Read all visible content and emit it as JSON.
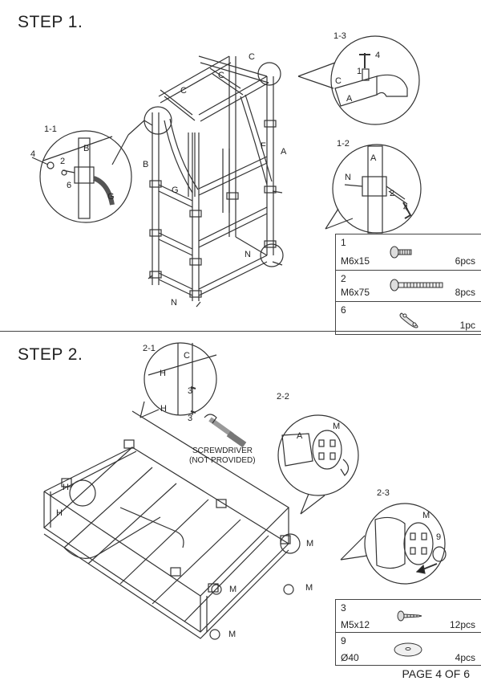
{
  "step1": {
    "title": "STEP 1.",
    "detail_labels": {
      "d11": "1-1",
      "d12": "1-2",
      "d13": "1-3"
    },
    "part_letters": {
      "A": "A",
      "B": "B",
      "C": "C",
      "F": "F",
      "G": "G",
      "N": "N"
    },
    "callout_numbers": {
      "n1": "1",
      "n2": "2",
      "n4": "4",
      "n6": "6"
    }
  },
  "step1_parts": [
    {
      "num": "1",
      "spec": "M6x15",
      "qty": "6pcs"
    },
    {
      "num": "2",
      "spec": "M6x75",
      "qty": "8pcs"
    },
    {
      "num": "6",
      "spec": "",
      "qty": "1pc"
    }
  ],
  "step2": {
    "title": "STEP 2.",
    "detail_labels": {
      "d21": "2-1",
      "d22": "2-2",
      "d23": "2-3"
    },
    "part_letters": {
      "A": "A",
      "C": "C",
      "H": "H",
      "M": "M"
    },
    "callout_numbers": {
      "n3": "3",
      "n9": "9"
    },
    "screwdriver_note_line1": "SCREWDRIVER",
    "screwdriver_note_line2": "(NOT PROVIDED)"
  },
  "step2_parts": [
    {
      "num": "3",
      "spec": "M5x12",
      "qty": "12pcs"
    },
    {
      "num": "9",
      "spec": "Ø40",
      "qty": "4pcs"
    }
  ],
  "footer": {
    "page": "PAGE 4 OF 6"
  }
}
